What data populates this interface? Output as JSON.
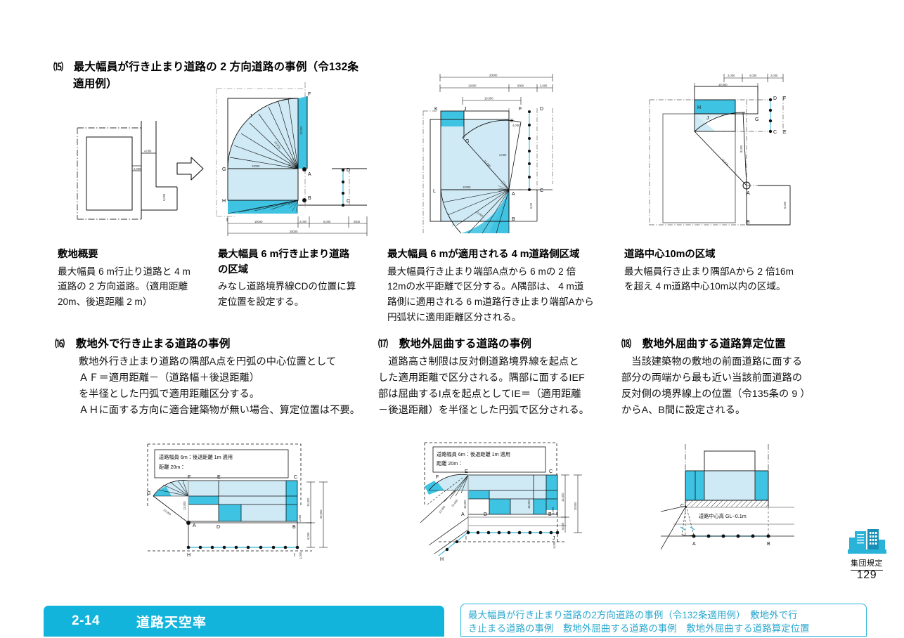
{
  "sections": {
    "s15": {
      "num": "⒂",
      "title_line1": "最大幅員が行き止まり道路の 2 方向道路の事例（令132条",
      "title_line2": "適用例）"
    },
    "s16": {
      "num": "⒃",
      "title": "敷地外で行き止まる道路の事例",
      "lines": [
        "敷地外行き止まり道路の隅部A点を円弧の中心位置として",
        "ＡＦ＝適用距離－（道路幅＋後退距離）",
        "を半径とした円弧で適用距離区分する。",
        "ＡＨに面する方向に適合建築物が無い場合、算定位置は不要。"
      ]
    },
    "s17": {
      "num": "⒄",
      "title": "敷地外屈曲する道路の事例",
      "lines": [
        "　道路高さ制限は反対側道路境界線を起点と",
        "した適用距離で区分される。隅部に面するIEF",
        "部は屈曲するI点を起点としてIE＝（適用距離",
        "－後退距離）を半径とした円弧で区分される。"
      ]
    },
    "s18": {
      "num": "⒅",
      "title": "敷地外屈曲する道路算定位置",
      "lines": [
        "　当該建築物の敷地の前面道路に面する",
        "部分の両端から最も近い当該前面道路の",
        "反対側の境界線上の位置（令135条の 9 ）",
        "からA、B間に設定される。"
      ]
    }
  },
  "columns": [
    {
      "heading": "敷地概要",
      "body": [
        "最大幅員 6 m行止り道路と 4 m",
        "道路の 2 方向道路。（適用距離",
        "20m、後退距離 2 m）"
      ]
    },
    {
      "heading": "最大幅員 6 m行き止まり道路\nの区域",
      "body": [
        "みなし道路境界線CDの位置に算",
        "定位置を設定する。"
      ]
    },
    {
      "heading": "最大幅員 6 mが適用される 4 m道路側区域",
      "body": [
        "最大幅員行き止まり端部A点から 6 mの 2 倍",
        "12mの水平距離で区分する。A隅部は、 4 m道",
        "路側に適用される 6 m道路行き止まり端部Aから",
        "円弧状に適用距離区分される。"
      ]
    },
    {
      "heading": "道路中心10mの区域",
      "body": [
        "最大幅員行き止まり隅部Aから 2 倍16m",
        "を超え 4 m道路中心10m以内の区域。"
      ]
    }
  ],
  "figures": {
    "fig1": {
      "name": "敷地概要図",
      "dims": [
        "4,000",
        "2,000",
        "6,000"
      ]
    },
    "fig2": {
      "name": "最大幅員6m行き止まり道路の区域図",
      "points": [
        "F",
        "J",
        "G",
        "A",
        "H",
        "B",
        "I",
        "C",
        "D"
      ],
      "radials": [
        "13,000",
        "13,000",
        "12000"
      ],
      "dims_bottom": [
        "10000",
        "2,000",
        "6,000",
        "2000",
        "20000"
      ]
    },
    "fig3": {
      "name": "最大幅員6mが適用される4m道路側区域図",
      "points": [
        "K",
        "J",
        "F",
        "D",
        "E",
        "G",
        "L",
        "A",
        "C",
        "B"
      ],
      "dims_top": [
        "20000",
        "12000",
        "6000",
        "2,000",
        "10,000"
      ],
      "dims_inner": [
        "4,000",
        "2,000",
        "12,000",
        "12000",
        "1,000",
        "6,00"
      ]
    },
    "fig4": {
      "name": "道路中心10mの区域図",
      "points": [
        "H",
        "J",
        "D",
        "F",
        "G",
        "C",
        "E",
        "A",
        "B"
      ],
      "dims_top": [
        "2,000",
        "4,000",
        "2,000",
        "10,000"
      ],
      "dims_inner": [
        "8,000",
        "16,000",
        "6,000"
      ]
    },
    "fig5": {
      "name": "敷地外で行き止まる道路の事例図",
      "note": "道路幅員 6m：後退距離 1m 適用\n距離 20m：",
      "points": [
        "F",
        "E",
        "C",
        "G",
        "A",
        "D",
        "B",
        "H",
        "I"
      ],
      "dims": [
        "13,000",
        "13,000",
        "13,000",
        "1,000",
        "6,000",
        "20,000",
        "1,000"
      ]
    },
    "fig6": {
      "name": "敷地外屈曲する道路の事例図",
      "note": "道路幅員 6m：後退距離 1m 適用\n距離 20m：",
      "points": [
        "F",
        "E",
        "C",
        "A",
        "D",
        "B",
        "H",
        "I",
        "J"
      ],
      "dims": [
        "19,000",
        "19,000",
        "13,000",
        "1,000",
        "6,000",
        "20000",
        "1,000",
        "13,000"
      ]
    },
    "fig7": {
      "name": "敷地外屈曲する道路算定位置図",
      "note": "道路中心高 GL−0.1m",
      "points": [
        "C",
        "A",
        "B"
      ]
    }
  },
  "footer": {
    "section_no": "2-14",
    "section_title": "道路天空率",
    "tags_line1": "最大幅員が行き止まり道路の2方向道路の事例（令132条適用例）　敷地外で行",
    "tags_line2": "き止まる道路の事例　敷地外屈曲する道路の事例　敷地外屈曲する道路算定位置"
  },
  "side_marker": {
    "label": "集団規定",
    "page": "129"
  },
  "colors": {
    "accent": "#12b4dc",
    "tag_border": "#29b7de",
    "tag_text": "#2aa8cf",
    "fill_light": "#cfeaf5",
    "fill_mid": "#3fc3e2",
    "line": "#111111"
  }
}
